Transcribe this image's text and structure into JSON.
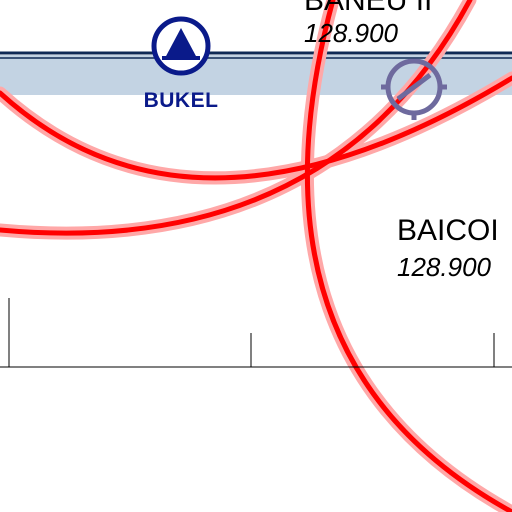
{
  "colors": {
    "airway_fill": "#c3d3e3",
    "airway_border": "#0f2a55",
    "range_ring": "#ff0000",
    "range_ring_glow": "#ffa8a8",
    "waypoint": "#0a1a8a",
    "vor": "#6e6a9e",
    "scale_line": "#000000"
  },
  "waypoints": [
    {
      "name": "BUKEL",
      "icon": "waypoint-triangle-icon"
    }
  ],
  "navaids": [
    {
      "type": "VOR",
      "icon": "vor-station-icon"
    }
  ],
  "frequency_labels": [
    {
      "name": "BANEU II",
      "frequency": "128.900"
    },
    {
      "name": "BAICOI",
      "frequency": "128.900"
    }
  ]
}
